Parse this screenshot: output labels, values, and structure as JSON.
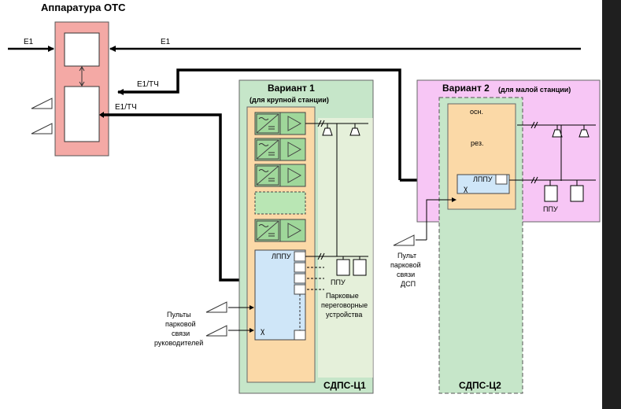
{
  "otc": {
    "title": "Аппаратура ОТС"
  },
  "links": {
    "e1_in": "E1",
    "e1_top": "E1",
    "e1_tch_upper": "E1/ТЧ",
    "e1_tch_lower": "E1/ТЧ"
  },
  "variant1": {
    "title": "Вариант 1",
    "subtitle": "(для крупной станции)",
    "lppu": "ЛППУ",
    "chi": "χ",
    "ppu": "ППУ",
    "park_devices": [
      "Парковые",
      "переговорные",
      "устройства"
    ],
    "pults": [
      "Пульты",
      "парковой",
      "связи",
      "руководителей"
    ],
    "system": "СДПС-Ц1"
  },
  "variant2": {
    "title": "Вариант 2",
    "subtitle": "(для малой станции)",
    "osn": "осн.",
    "rez": "рез.",
    "lppu": "ЛППУ",
    "chi": "χ",
    "ppu": "ППУ",
    "pult": [
      "Пульт",
      "парковой",
      "связи",
      "ДСП"
    ],
    "system": "СДПС-Ц2"
  },
  "colors": {
    "otc_fill": "#f4a9a5",
    "variant1_fill": "#c6e6c9",
    "variant2_fill": "#f7c6f5",
    "inner_fill": "#fbd9a7",
    "lppu_fill": "#cfe6f8",
    "module_fill": "#9fd79a",
    "right_strip": "#1f1f1f"
  }
}
